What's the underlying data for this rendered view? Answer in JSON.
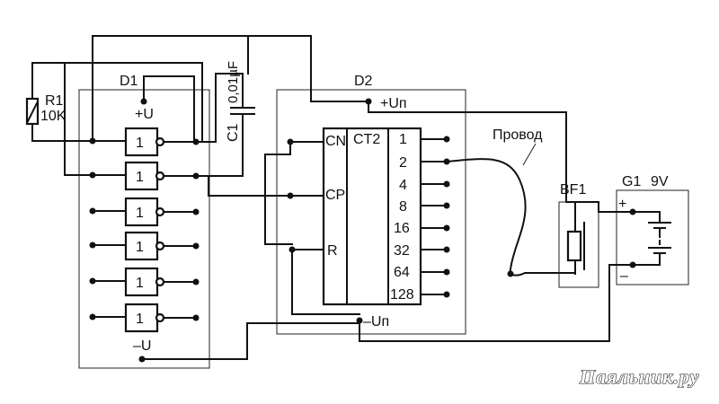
{
  "d1": {
    "name": "D1",
    "vplus": "+U",
    "vminus": "–U",
    "gate_label": "1"
  },
  "d2": {
    "name": "D2",
    "vplus": "+Uп",
    "vminus": "–Uп",
    "type": "CT2",
    "inputs": [
      "CN",
      "CP",
      "R"
    ],
    "outputs": [
      "1",
      "2",
      "4",
      "8",
      "16",
      "32",
      "64",
      "128"
    ]
  },
  "r1": {
    "name": "R1",
    "value": "10K"
  },
  "c1": {
    "name": "C1",
    "value": "0,01µF"
  },
  "wire_label": "Провод",
  "bf1": {
    "name": "BF1"
  },
  "g1": {
    "name": "G1",
    "voltage": "9V",
    "plus": "+",
    "minus": "–"
  },
  "watermark": "Паяльник.ру"
}
